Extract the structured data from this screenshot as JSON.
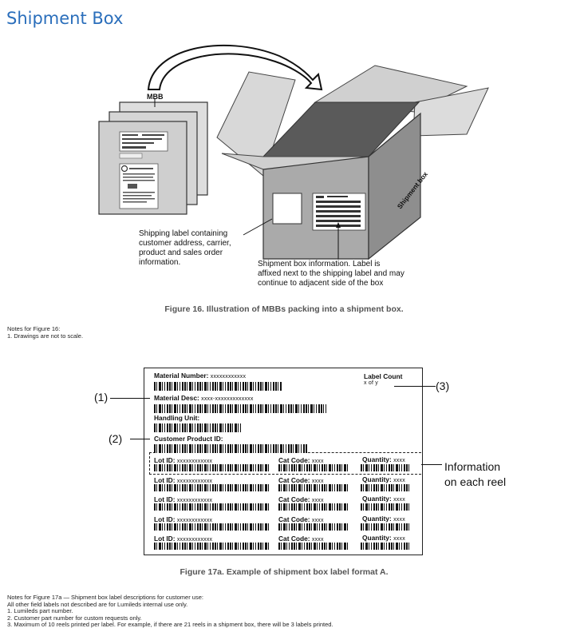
{
  "title": "Shipment Box",
  "figure16": {
    "mbb_label": "MBB",
    "box_side_label": "Shipment box",
    "annotation_shipping": "Shipping label containing customer address, carrier, product and sales order information.",
    "annotation_shipping_lines": [
      "Shipping label containing",
      "customer address, carrier,",
      "product and sales order",
      "information."
    ],
    "annotation_info_lines": [
      "Shipment box information. Label is",
      "affixed next to the shipping label and may",
      "continue to adjacent side of the box"
    ],
    "caption": "Figure 16. Illustration of MBBs packing into a shipment box."
  },
  "notes16": {
    "heading": "Notes for Figure 16:",
    "items": [
      "1.  Drawings are not to scale."
    ]
  },
  "figure17": {
    "material_number_label": "Material Number:",
    "material_number_value": "xxxxxxxxxxxx",
    "label_count_label": "Label Count",
    "label_count_value": "x  of  y",
    "material_desc_label": "Material Desc:",
    "material_desc_value": "xxxx-xxxxxxxxxxxxx",
    "handling_unit_label": "Handling Unit:",
    "customer_product_label": "Customer Product ID:",
    "callout_1": "(1)",
    "callout_2": "(2)",
    "callout_3": "(3)",
    "info_reel_lines": [
      "Information",
      "on each reel"
    ],
    "reels": [
      {
        "lot": "Lot ID:",
        "lot_value": "xxxxxxxxxxxx",
        "cat": "Cat Code:",
        "cat_value": "xxxx",
        "qty": "Quantity:",
        "qty_value": "xxxx"
      },
      {
        "lot": "Lot ID:",
        "lot_value": "xxxxxxxxxxxx",
        "cat": "Cat Code:",
        "cat_value": "xxxx",
        "qty": "Quantity:",
        "qty_value": "xxxx"
      },
      {
        "lot": "Lot ID:",
        "lot_value": "xxxxxxxxxxxx",
        "cat": "Cat Code:",
        "cat_value": "xxxx",
        "qty": "Quantity:",
        "qty_value": "xxxx"
      },
      {
        "lot": "Lot ID:",
        "lot_value": "xxxxxxxxxxxx",
        "cat": "Cat Code:",
        "cat_value": "xxxx",
        "qty": "Quantity:",
        "qty_value": "xxxx"
      },
      {
        "lot": "Lot ID:",
        "lot_value": "xxxxxxxxxxxx",
        "cat": "Cat Code:",
        "cat_value": "xxxx",
        "qty": "Quantity:",
        "qty_value": "xxxx"
      }
    ],
    "caption": "Figure 17a. Example of shipment box label format A."
  },
  "notes17": {
    "heading": "Notes for Figure 17a — Shipment box label descriptions for customer use:",
    "items": [
      "All other field labels not described are for Lumileds internal use only.",
      "1.  Lumileds part number.",
      "2.  Customer part number for custom requests only.",
      "3.  Maximum of 10 reels printed per label. For example, if there are 21 reels in a shipment box, there will be 3 labels printed."
    ]
  },
  "colors": {
    "title": "#2a6ebb",
    "box_top_dark": "#5a5a5a",
    "box_face": "#a9a9a9",
    "box_side": "#8c8c8c",
    "flap": "#d0d0d0"
  }
}
